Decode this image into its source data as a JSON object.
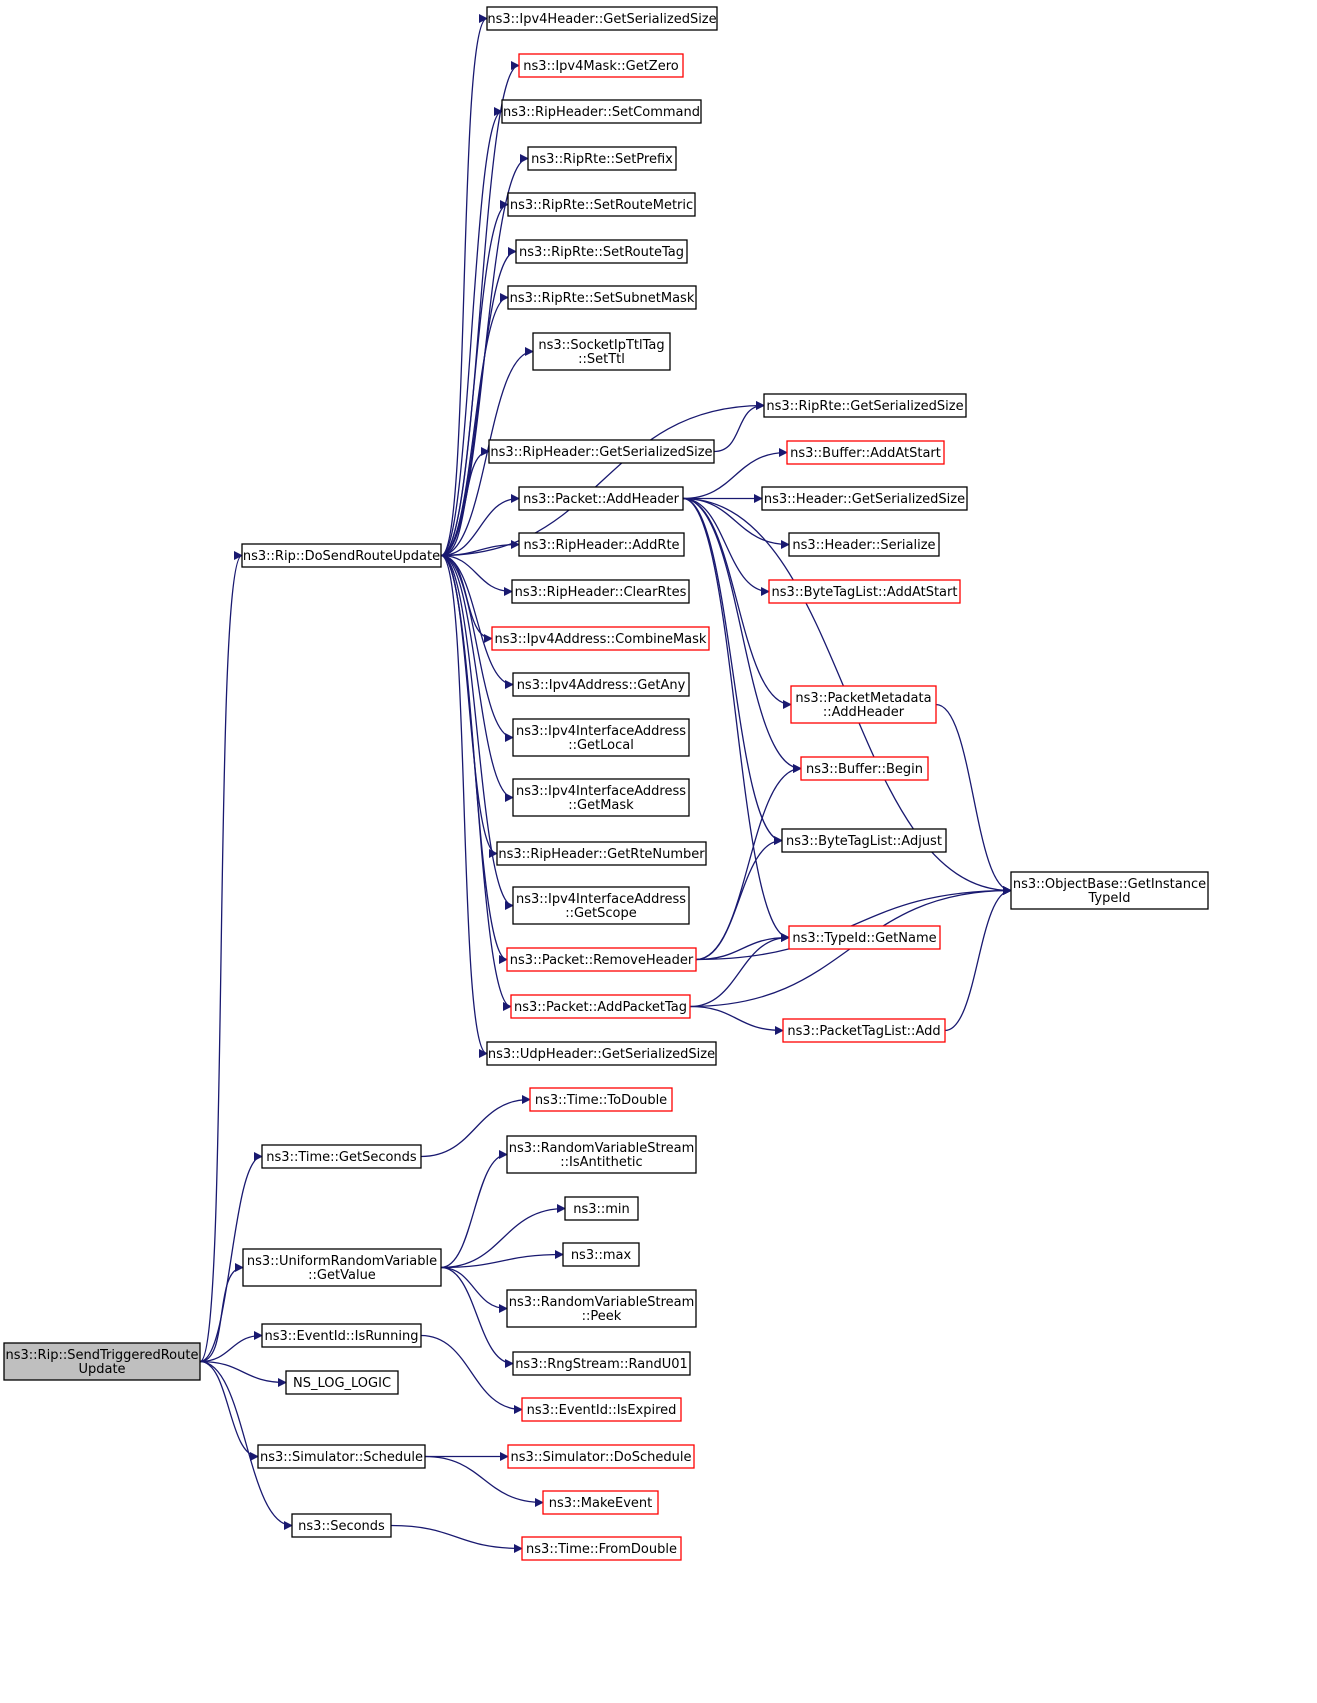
{
  "colors": {
    "edge": "#191970",
    "node_fill": "#ffffff",
    "node_border": "#000000",
    "node_border_incomplete": "#ff0000",
    "root_fill": "#bfbfbf"
  },
  "diagram": {
    "nodes": [
      {
        "id": "n0",
        "lines": [
          "ns3::Rip::SendTriggeredRoute",
          "Update"
        ],
        "kind": "root"
      },
      {
        "id": "n1",
        "lines": [
          "ns3::Rip::DoSendRouteUpdate"
        ],
        "kind": "normal"
      },
      {
        "id": "n2",
        "lines": [
          "ns3::Ipv4Header::GetSerializedSize"
        ],
        "kind": "normal"
      },
      {
        "id": "n3",
        "lines": [
          "ns3::Ipv4Mask::GetZero"
        ],
        "kind": "incomplete"
      },
      {
        "id": "n4",
        "lines": [
          "ns3::RipHeader::SetCommand"
        ],
        "kind": "normal"
      },
      {
        "id": "n5",
        "lines": [
          "ns3::RipRte::SetPrefix"
        ],
        "kind": "normal"
      },
      {
        "id": "n6",
        "lines": [
          "ns3::RipRte::SetRouteMetric"
        ],
        "kind": "normal"
      },
      {
        "id": "n7",
        "lines": [
          "ns3::RipRte::SetRouteTag"
        ],
        "kind": "normal"
      },
      {
        "id": "n8",
        "lines": [
          "ns3::RipRte::SetSubnetMask"
        ],
        "kind": "normal"
      },
      {
        "id": "n9",
        "lines": [
          "ns3::SocketIpTtlTag",
          "::SetTtl"
        ],
        "kind": "normal"
      },
      {
        "id": "n10",
        "lines": [
          "ns3::RipRte::GetSerializedSize"
        ],
        "kind": "normal"
      },
      {
        "id": "n11",
        "lines": [
          "ns3::RipHeader::GetSerializedSize"
        ],
        "kind": "normal"
      },
      {
        "id": "n12",
        "lines": [
          "ns3::Buffer::AddAtStart"
        ],
        "kind": "incomplete"
      },
      {
        "id": "n13",
        "lines": [
          "ns3::Packet::AddHeader"
        ],
        "kind": "normal"
      },
      {
        "id": "n14",
        "lines": [
          "ns3::Header::GetSerializedSize"
        ],
        "kind": "normal"
      },
      {
        "id": "n15",
        "lines": [
          "ns3::Header::Serialize"
        ],
        "kind": "normal"
      },
      {
        "id": "n16",
        "lines": [
          "ns3::RipHeader::AddRte"
        ],
        "kind": "normal"
      },
      {
        "id": "n17",
        "lines": [
          "ns3::ByteTagList::AddAtStart"
        ],
        "kind": "incomplete"
      },
      {
        "id": "n18",
        "lines": [
          "ns3::RipHeader::ClearRtes"
        ],
        "kind": "normal"
      },
      {
        "id": "n19",
        "lines": [
          "ns3::Ipv4Address::CombineMask"
        ],
        "kind": "incomplete"
      },
      {
        "id": "n20",
        "lines": [
          "ns3::PacketMetadata",
          "::AddHeader"
        ],
        "kind": "incomplete"
      },
      {
        "id": "n21",
        "lines": [
          "ns3::Ipv4Address::GetAny"
        ],
        "kind": "normal"
      },
      {
        "id": "n22",
        "lines": [
          "ns3::Ipv4InterfaceAddress",
          "::GetLocal"
        ],
        "kind": "normal"
      },
      {
        "id": "n23",
        "lines": [
          "ns3::Buffer::Begin"
        ],
        "kind": "incomplete"
      },
      {
        "id": "n24",
        "lines": [
          "ns3::Ipv4InterfaceAddress",
          "::GetMask"
        ],
        "kind": "normal"
      },
      {
        "id": "n25",
        "lines": [
          "ns3::ByteTagList::Adjust"
        ],
        "kind": "normal"
      },
      {
        "id": "n26",
        "lines": [
          "ns3::RipHeader::GetRteNumber"
        ],
        "kind": "normal"
      },
      {
        "id": "n27",
        "lines": [
          "ns3::ObjectBase::GetInstance",
          "TypeId"
        ],
        "kind": "normal"
      },
      {
        "id": "n28",
        "lines": [
          "ns3::Ipv4InterfaceAddress",
          "::GetScope"
        ],
        "kind": "normal"
      },
      {
        "id": "n29",
        "lines": [
          "ns3::TypeId::GetName"
        ],
        "kind": "incomplete"
      },
      {
        "id": "n30",
        "lines": [
          "ns3::Packet::RemoveHeader"
        ],
        "kind": "incomplete"
      },
      {
        "id": "n31",
        "lines": [
          "ns3::Packet::AddPacketTag"
        ],
        "kind": "incomplete"
      },
      {
        "id": "n32",
        "lines": [
          "ns3::PacketTagList::Add"
        ],
        "kind": "incomplete"
      },
      {
        "id": "n33",
        "lines": [
          "ns3::UdpHeader::GetSerializedSize"
        ],
        "kind": "normal"
      },
      {
        "id": "n34",
        "lines": [
          "ns3::Time::ToDouble"
        ],
        "kind": "incomplete"
      },
      {
        "id": "n35",
        "lines": [
          "ns3::Time::GetSeconds"
        ],
        "kind": "normal"
      },
      {
        "id": "n36",
        "lines": [
          "ns3::RandomVariableStream",
          "::IsAntithetic"
        ],
        "kind": "normal"
      },
      {
        "id": "n37",
        "lines": [
          "ns3::min"
        ],
        "kind": "normal"
      },
      {
        "id": "n38",
        "lines": [
          "ns3::UniformRandomVariable",
          "::GetValue"
        ],
        "kind": "normal"
      },
      {
        "id": "n39",
        "lines": [
          "ns3::max"
        ],
        "kind": "normal"
      },
      {
        "id": "n40",
        "lines": [
          "ns3::RandomVariableStream",
          "::Peek"
        ],
        "kind": "normal"
      },
      {
        "id": "n41",
        "lines": [
          "ns3::EventId::IsRunning"
        ],
        "kind": "normal"
      },
      {
        "id": "n42",
        "lines": [
          "ns3::RngStream::RandU01"
        ],
        "kind": "normal"
      },
      {
        "id": "n43",
        "lines": [
          "NS_LOG_LOGIC"
        ],
        "kind": "normal"
      },
      {
        "id": "n44",
        "lines": [
          "ns3::EventId::IsExpired"
        ],
        "kind": "incomplete"
      },
      {
        "id": "n45",
        "lines": [
          "ns3::Simulator::Schedule"
        ],
        "kind": "normal"
      },
      {
        "id": "n46",
        "lines": [
          "ns3::Simulator::DoSchedule"
        ],
        "kind": "incomplete"
      },
      {
        "id": "n47",
        "lines": [
          "ns3::MakeEvent"
        ],
        "kind": "incomplete"
      },
      {
        "id": "n48",
        "lines": [
          "ns3::Seconds"
        ],
        "kind": "normal"
      },
      {
        "id": "n49",
        "lines": [
          "ns3::Time::FromDouble"
        ],
        "kind": "incomplete"
      }
    ],
    "edges": [
      [
        "n0",
        "n1"
      ],
      [
        "n0",
        "n35"
      ],
      [
        "n0",
        "n38"
      ],
      [
        "n0",
        "n41"
      ],
      [
        "n0",
        "n43"
      ],
      [
        "n0",
        "n45"
      ],
      [
        "n0",
        "n48"
      ],
      [
        "n1",
        "n2"
      ],
      [
        "n1",
        "n3"
      ],
      [
        "n1",
        "n4"
      ],
      [
        "n1",
        "n5"
      ],
      [
        "n1",
        "n6"
      ],
      [
        "n1",
        "n7"
      ],
      [
        "n1",
        "n8"
      ],
      [
        "n1",
        "n9"
      ],
      [
        "n1",
        "n10"
      ],
      [
        "n1",
        "n11"
      ],
      [
        "n1",
        "n13"
      ],
      [
        "n1",
        "n16"
      ],
      [
        "n1",
        "n18"
      ],
      [
        "n1",
        "n19"
      ],
      [
        "n1",
        "n21"
      ],
      [
        "n1",
        "n22"
      ],
      [
        "n1",
        "n24"
      ],
      [
        "n1",
        "n26"
      ],
      [
        "n1",
        "n28"
      ],
      [
        "n1",
        "n30"
      ],
      [
        "n1",
        "n31"
      ],
      [
        "n1",
        "n33"
      ],
      [
        "n11",
        "n10"
      ],
      [
        "n13",
        "n12"
      ],
      [
        "n13",
        "n14"
      ],
      [
        "n13",
        "n15"
      ],
      [
        "n13",
        "n17"
      ],
      [
        "n13",
        "n20"
      ],
      [
        "n13",
        "n23"
      ],
      [
        "n13",
        "n25"
      ],
      [
        "n13",
        "n27"
      ],
      [
        "n13",
        "n29"
      ],
      [
        "n20",
        "n27"
      ],
      [
        "n30",
        "n23"
      ],
      [
        "n30",
        "n25"
      ],
      [
        "n30",
        "n27"
      ],
      [
        "n30",
        "n29"
      ],
      [
        "n31",
        "n27"
      ],
      [
        "n31",
        "n29"
      ],
      [
        "n31",
        "n32"
      ],
      [
        "n32",
        "n27"
      ],
      [
        "n35",
        "n34"
      ],
      [
        "n38",
        "n36"
      ],
      [
        "n38",
        "n37"
      ],
      [
        "n38",
        "n39"
      ],
      [
        "n38",
        "n40"
      ],
      [
        "n38",
        "n42"
      ],
      [
        "n41",
        "n44"
      ],
      [
        "n45",
        "n46"
      ],
      [
        "n45",
        "n47"
      ],
      [
        "n48",
        "n49"
      ]
    ]
  }
}
